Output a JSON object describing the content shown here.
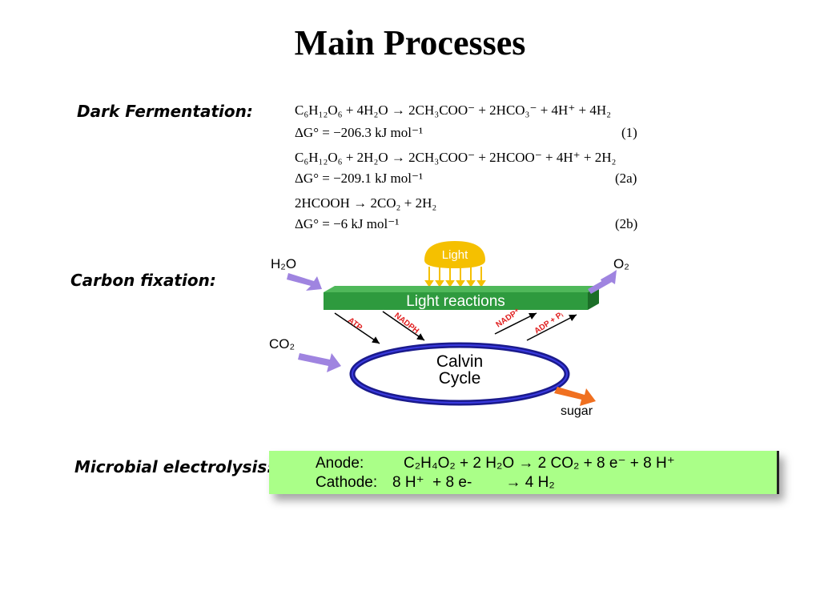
{
  "title": "Main Processes",
  "labels": {
    "dark_fermentation": "Dark Fermentation:",
    "carbon_fixation": "Carbon fixation:",
    "microbial_electrolysis": "Microbial electrolysis:"
  },
  "dark_fermentation": {
    "eq1": "C₆H₁₂O₆ + 4H₂O → 2CH₃COO⁻ + 2HCO₃⁻ + 4H⁺ + 4H₂",
    "dg1": "ΔG° = −206.3 kJ mol⁻¹",
    "num1": "(1)",
    "eq2a": "C₆H₁₂O₆ + 2H₂O → 2CH₃COO⁻ + 2HCOO⁻ + 4H⁺ + 2H₂",
    "dg2a": "ΔG° = −209.1 kJ mol⁻¹",
    "num2a": "(2a)",
    "eq2b": "2HCOOH → 2CO₂ + 2H₂",
    "dg2b": "ΔG° = −6 kJ mol⁻¹",
    "num2b": "(2b)"
  },
  "carbon_fixation_diagram": {
    "light": "Light",
    "light_reactions": "Light reactions",
    "h2o": "H₂O",
    "o2": "O₂",
    "co2": "CO₂",
    "calvin_line1": "Calvin",
    "calvin_line2": "Cycle",
    "sugar": "sugar",
    "atp": "ATP",
    "nadph": "NADPH",
    "nadp": "NADP⁺",
    "adp_pi": "ADP + Pᵢ",
    "colors": {
      "light_sun": "#f5c000",
      "light_bar": "#2e9a3e",
      "cycle": "#1a1a8c",
      "input_arrow": "#9f84e0",
      "sugar_arrow": "#f07020",
      "cofactor_text": "#e02020"
    }
  },
  "microbial_electrolysis": {
    "anode_label": "Anode:",
    "anode_eq": "C₂H₄O₂ + 2 H₂O → 2 CO₂  + 8 e⁻  + 8 H⁺",
    "cathode_label": "Cathode:",
    "cathode_eq": "8 H⁺  + 8 e-        → 4 H₂",
    "box_color": "#aaff88"
  }
}
